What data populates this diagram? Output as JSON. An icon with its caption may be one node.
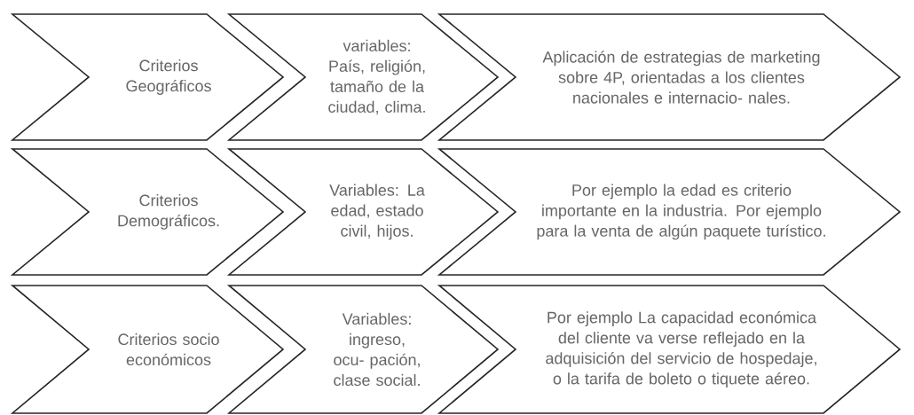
{
  "diagram": {
    "nodes": [
      {
        "text": [
          "Criterios Geográficos"
        ]
      },
      {
        "text": [
          "variables: País, religión, tamaño de la ciudad, clima."
        ]
      },
      {
        "text": [
          "Aplicación de estrategias de marketing sobre 4P, orientadas a los clientes nacionales e internacio- nales."
        ]
      },
      {
        "text": [
          "Criterios Demográficos."
        ]
      },
      {
        "text": [
          "Variables: La edad, estado civil, hijos."
        ]
      },
      {
        "text": [
          "Por ejemplo la edad es criterio importante en la industria. Por ejemplo para la venta de algún paquete turístico."
        ]
      },
      {
        "text": [
          "Criterios socio económicos"
        ]
      },
      {
        "text": [
          "Variables: ingreso, ocu- pación, clase social."
        ]
      },
      {
        "text": [
          "Por ejemplo La capacidad económica del cliente va verse reflejado en la adquisición del servicio de hospedaje, o la tarifa de boleto o tiquete aéreo."
        ]
      }
    ]
  }
}
